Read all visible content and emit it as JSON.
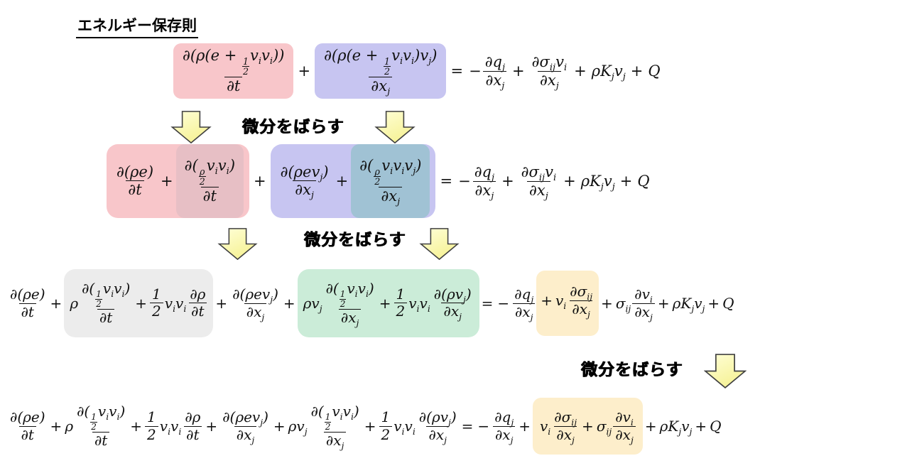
{
  "title": "エネルギー保存則",
  "transform_labels": [
    "微分をばらす",
    "微分をばらす",
    "微分をばらす"
  ],
  "colors": {
    "pink": "#f8c6ca",
    "purple": "#c7c5f1",
    "gray": "#ececec",
    "green": "#cbecd8",
    "yellow": "#fdeecb",
    "blend_pink_gray": "#e7bfc5",
    "blend_purple_green": "#a0c2d4",
    "arrow_fill": "#f6f297",
    "arrow_fill_light": "#ffffd8",
    "arrow_stroke": "#404040",
    "background": "#ffffff",
    "text": "#111111"
  },
  "equations": {
    "row1": {
      "text": "∂(ρ(e+½vivi))/∂t + ∂(ρ(e+½vivi)vj)/∂xj = −∂qj/∂xj + ∂σijvi/∂xj + ρKjvj + Q",
      "tokens": [
        {
          "group": "pink",
          "tokens": [
            {
              "frac": [
                "∂(ρ(e + [1/2]v_{i}v_{i}))",
                "∂t"
              ]
            }
          ]
        },
        {
          "op": "+"
        },
        {
          "group": "purple",
          "tokens": [
            {
              "frac": [
                "∂(ρ(e + [1/2]v_{i}v_{i})v_{j})",
                "∂x_{j}"
              ]
            }
          ]
        },
        {
          "op": "="
        },
        {
          "op": "−"
        },
        {
          "frac": [
            "∂q_{j}",
            "∂x_{j}"
          ]
        },
        {
          "op": "+"
        },
        {
          "frac": [
            "∂σ_{ij}v_{i}",
            "∂x_{j}"
          ]
        },
        {
          "op": "+"
        },
        {
          "mi": "ρK_{j}v_{j}"
        },
        {
          "op": "+"
        },
        {
          "mi": "Q"
        }
      ]
    },
    "row2": {
      "text": "∂(ρe)/∂t + ∂((ρ/2)vivi)/∂t + ∂(ρevj)/∂xj + ∂((ρ/2)vivivj)/∂xj = −∂qj/∂xj + ∂σijvi/∂xj + ρKjvj + Q",
      "tokens": [
        {
          "group": "pink",
          "tokens": [
            {
              "frac": [
                "∂(ρe)",
                "∂t"
              ]
            },
            {
              "op": "+"
            },
            {
              "group": "pink-gray",
              "tokens": [
                {
                  "frac": [
                    "∂([ρ/2]v_{i}v_{i})",
                    "∂t"
                  ]
                }
              ]
            }
          ]
        },
        {
          "op": "+"
        },
        {
          "group": "purple",
          "tokens": [
            {
              "frac": [
                "∂(ρev_{j})",
                "∂x_{j}"
              ]
            },
            {
              "op": "+"
            },
            {
              "group": "purple-green",
              "tokens": [
                {
                  "frac": [
                    "∂([ρ/2]v_{i}v_{i}v_{j})",
                    "∂x_{j}"
                  ]
                }
              ]
            }
          ]
        },
        {
          "op": "="
        },
        {
          "op": "−"
        },
        {
          "frac": [
            "∂q_{j}",
            "∂x_{j}"
          ]
        },
        {
          "op": "+"
        },
        {
          "frac": [
            "∂σ_{ij}v_{i}",
            "∂x_{j}"
          ]
        },
        {
          "op": "+"
        },
        {
          "mi": "ρK_{j}v_{j}"
        },
        {
          "op": "+"
        },
        {
          "mi": "Q"
        }
      ]
    },
    "row3": {
      "text": "∂(ρe)/∂t + ρ∂(½vivi)/∂t + ½vivi∂ρ/∂t + ∂(ρevj)/∂xj + ρvj∂(½vivi)/∂xj + ½vivi∂(ρvj)/∂xj = −∂qj/∂xj + vi∂σij/∂xj + σij∂vi/∂xj + ρKjvj + Q",
      "tokens": [
        {
          "frac": [
            "∂(ρe)",
            "∂t"
          ]
        },
        {
          "op": "+"
        },
        {
          "group": "gray",
          "tokens": [
            {
              "mi": "ρ"
            },
            {
              "frac": [
                "∂([1/2]v_{i}v_{i})",
                "∂t"
              ]
            },
            {
              "op": "+"
            },
            {
              "frac": [
                "1",
                "2"
              ]
            },
            {
              "mi": "v_{i}v_{i}"
            },
            {
              "frac": [
                "∂ρ",
                "∂t"
              ]
            }
          ]
        },
        {
          "op": "+"
        },
        {
          "frac": [
            "∂(ρev_{j})",
            "∂x_{j}"
          ]
        },
        {
          "op": "+"
        },
        {
          "group": "green",
          "tokens": [
            {
              "mi": "ρv_{j}"
            },
            {
              "frac": [
                "∂([1/2]v_{i}v_{i})",
                "∂x_{j}"
              ]
            },
            {
              "op": "+"
            },
            {
              "frac": [
                "1",
                "2"
              ]
            },
            {
              "mi": "v_{i}v_{i}"
            },
            {
              "frac": [
                "∂(ρv_{j})",
                "∂x_{j}"
              ]
            }
          ]
        },
        {
          "op": "="
        },
        {
          "op": "−"
        },
        {
          "frac": [
            "∂q_{j}",
            "∂x_{j}"
          ]
        },
        {
          "group": "yellow",
          "tokens": [
            {
              "op": "+"
            },
            {
              "mi": "v_{i}"
            },
            {
              "frac": [
                "∂σ_{ij}",
                "∂x_{j}"
              ]
            }
          ]
        },
        {
          "op": "+"
        },
        {
          "mi": "σ_{ij}"
        },
        {
          "frac": [
            "∂v_{i}",
            "∂x_{j}"
          ]
        },
        {
          "op": "+"
        },
        {
          "mi": "ρK_{j}v_{j}"
        },
        {
          "op": "+"
        },
        {
          "mi": "Q"
        }
      ]
    },
    "row4": {
      "text": "∂(ρe)/∂t + ρ∂(½vivi)/∂t + ½vivi∂ρ/∂t + ∂(ρevj)/∂xj + ρvj∂(½vivi)/∂xj + ½vivi∂(ρvj)/∂xj = −∂qj/∂xj + vi∂σij/∂xj + σij∂vi/∂xj + ρKjvj + Q",
      "tokens": [
        {
          "frac": [
            "∂(ρe)",
            "∂t"
          ]
        },
        {
          "op": "+"
        },
        {
          "mi": "ρ"
        },
        {
          "frac": [
            "∂([1/2]v_{i}v_{i})",
            "∂t"
          ]
        },
        {
          "op": "+"
        },
        {
          "frac": [
            "1",
            "2"
          ]
        },
        {
          "mi": "v_{i}v_{i}"
        },
        {
          "frac": [
            "∂ρ",
            "∂t"
          ]
        },
        {
          "op": "+"
        },
        {
          "frac": [
            "∂(ρev_{j})",
            "∂x_{j}"
          ]
        },
        {
          "op": "+"
        },
        {
          "mi": "ρv_{j}"
        },
        {
          "frac": [
            "∂([1/2]v_{i}v_{i})",
            "∂x_{j}"
          ]
        },
        {
          "op": "+"
        },
        {
          "frac": [
            "1",
            "2"
          ]
        },
        {
          "mi": "v_{i}v_{i}"
        },
        {
          "frac": [
            "∂(ρv_{j})",
            "∂x_{j}"
          ]
        },
        {
          "op": "="
        },
        {
          "op": "−"
        },
        {
          "frac": [
            "∂q_{j}",
            "∂x_{j}"
          ]
        },
        {
          "op": "+"
        },
        {
          "group": "yellow",
          "tokens": [
            {
              "mi": "v_{i}"
            },
            {
              "frac": [
                "∂σ_{ij}",
                "∂x_{j}"
              ]
            },
            {
              "op": "+"
            },
            {
              "mi": "σ_{ij}"
            },
            {
              "frac": [
                "∂v_{i}",
                "∂x_{j}"
              ]
            }
          ]
        },
        {
          "op": "+"
        },
        {
          "mi": "ρK_{j}v_{j}"
        },
        {
          "op": "+"
        },
        {
          "mi": "Q"
        }
      ]
    }
  }
}
